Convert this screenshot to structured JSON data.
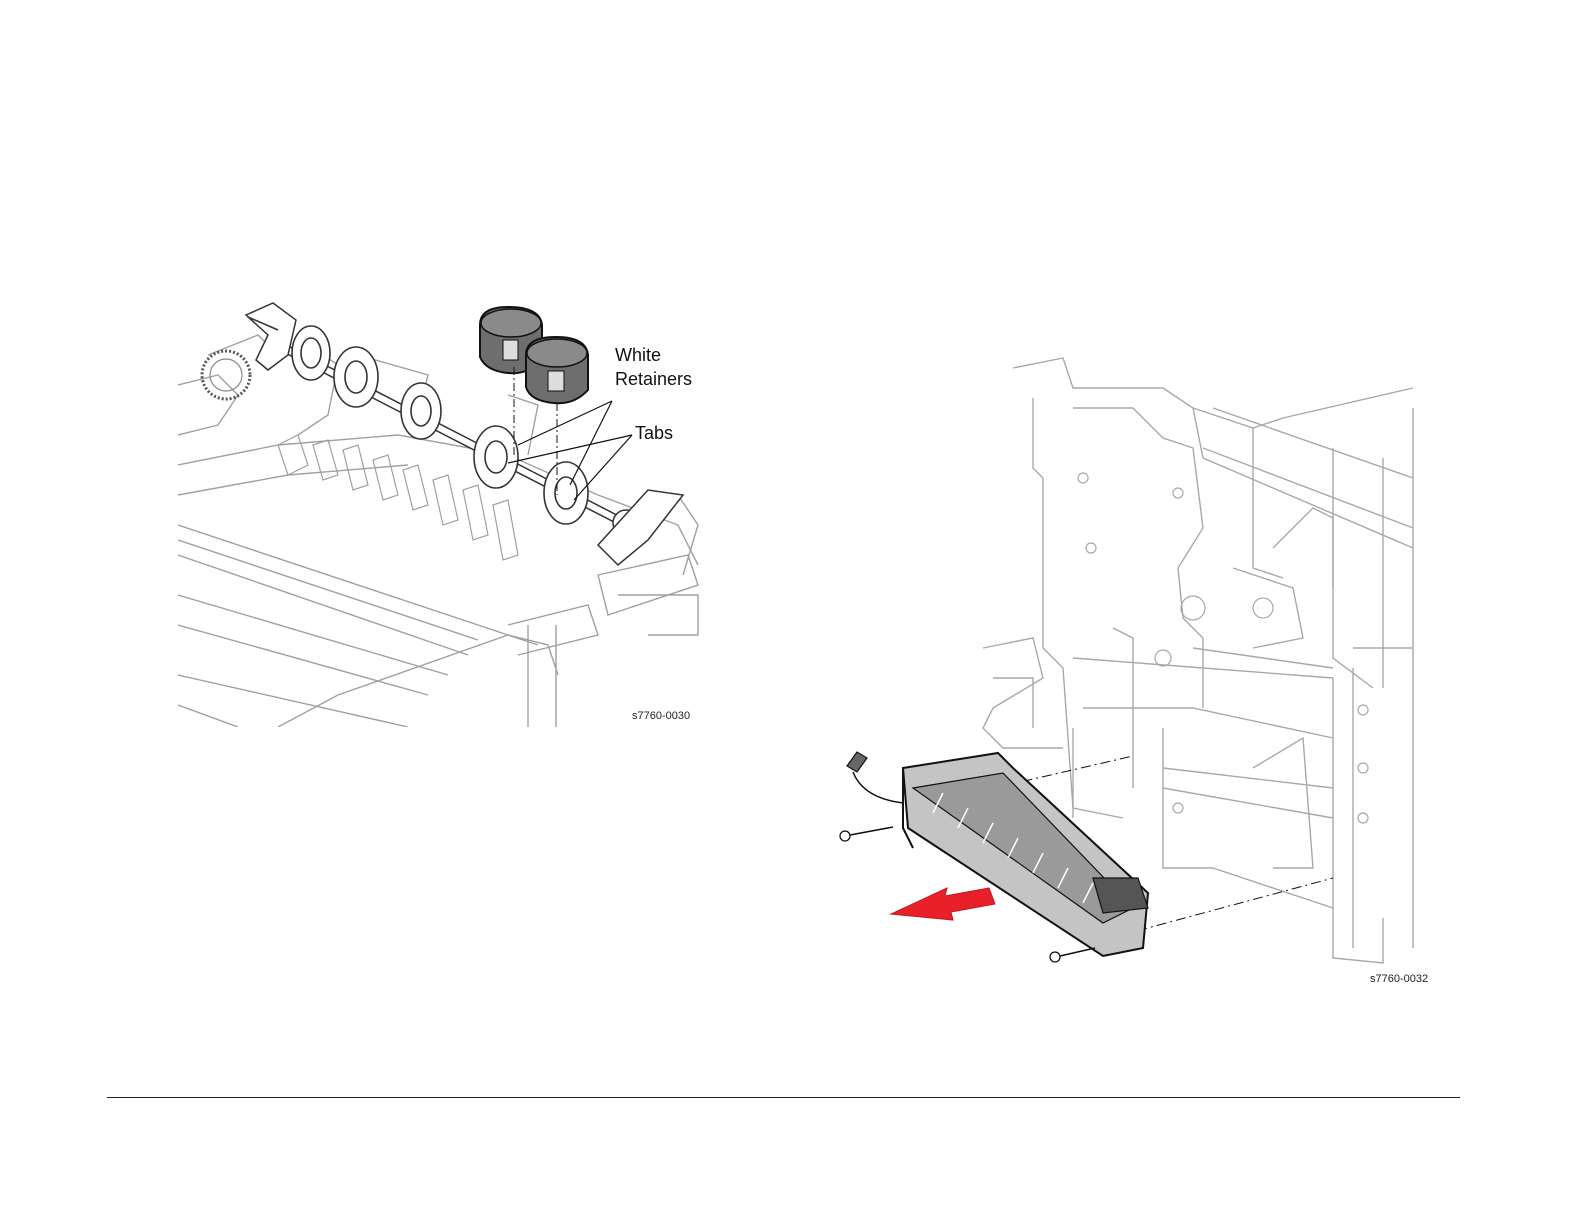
{
  "figure_left": {
    "callouts": {
      "white": "White",
      "retainers": "Retainers",
      "tabs": "Tabs"
    },
    "figure_id": "s7760-0030"
  },
  "figure_right": {
    "figure_id": "s7760-0032",
    "arrow_color": "#e8202a"
  },
  "colors": {
    "line": "#9a9a9a",
    "dark_line": "#333333",
    "part_fill": "#b9b9b9",
    "retainer_fill": "#6e6e6e"
  }
}
